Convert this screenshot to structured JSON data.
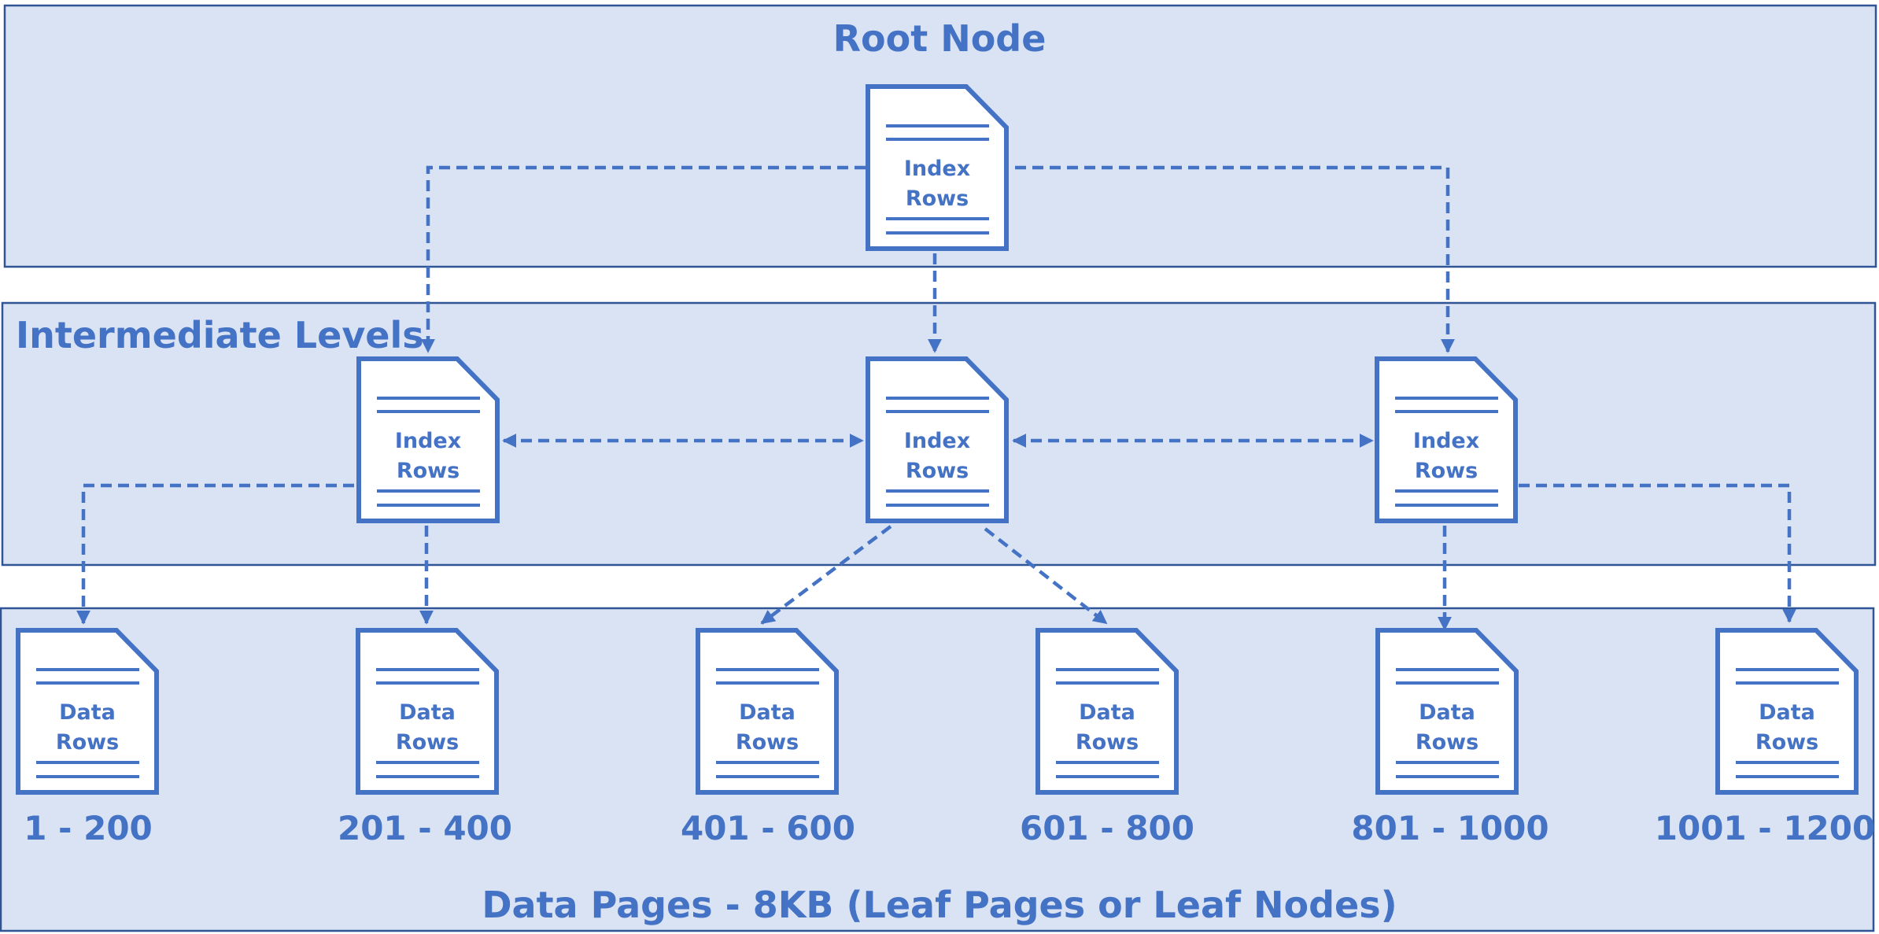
{
  "bands": {
    "root": "Root Node",
    "intermediate": "Intermediate Levels",
    "leaf": "Data Pages - 8KB (Leaf Pages or Leaf Nodes)"
  },
  "root_page": {
    "line1": "Index",
    "line2": "Rows"
  },
  "intermediate_pages": [
    {
      "line1": "Index",
      "line2": "Rows"
    },
    {
      "line1": "Index",
      "line2": "Rows"
    },
    {
      "line1": "Index",
      "line2": "Rows"
    }
  ],
  "data_pages": [
    {
      "line1": "Data",
      "line2": "Rows",
      "range": "1 - 200"
    },
    {
      "line1": "Data",
      "line2": "Rows",
      "range": "201 - 400"
    },
    {
      "line1": "Data",
      "line2": "Rows",
      "range": "401 - 600"
    },
    {
      "line1": "Data",
      "line2": "Rows",
      "range": "601 - 800"
    },
    {
      "line1": "Data",
      "line2": "Rows",
      "range": "801 - 1000"
    },
    {
      "line1": "Data",
      "line2": "Rows",
      "range": "1001 - 1200"
    }
  ],
  "colors": {
    "accent": "#4472c4",
    "band_fill": "#dae3f3",
    "band_border": "#2f5597"
  }
}
